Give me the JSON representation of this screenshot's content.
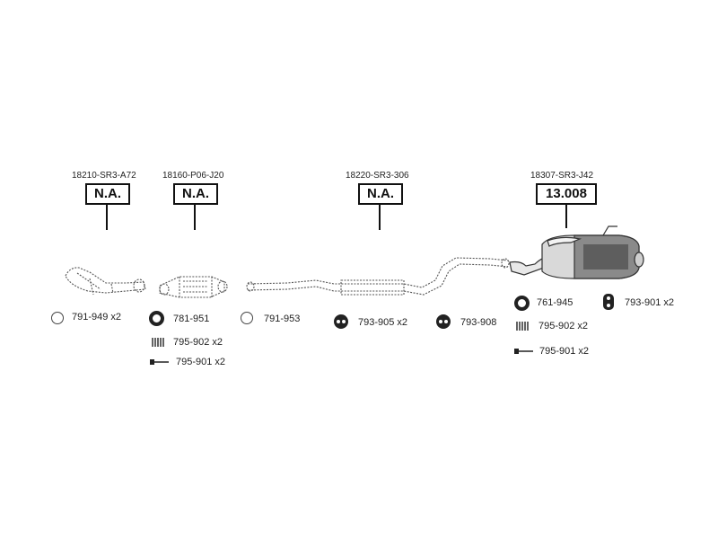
{
  "parts": [
    {
      "oem": "18210-SR3-A72",
      "code": "N.A."
    },
    {
      "oem": "18160-P06-J20",
      "code": "N.A."
    },
    {
      "oem": "18220-SR3-306",
      "code": "N.A."
    },
    {
      "oem": "18307-SR3-J42",
      "code": "13.008"
    }
  ],
  "accessories": [
    {
      "icon": "gasket-ring-thin-icon",
      "label": "791-949 x2"
    },
    {
      "icon": "gasket-ring-thick-icon",
      "label": "781-951"
    },
    {
      "icon": "spring-icon",
      "label": "795-902 x2"
    },
    {
      "icon": "bolt-icon",
      "label": "795-901 x2"
    },
    {
      "icon": "gasket-ring-thin-icon",
      "label": "791-953"
    },
    {
      "icon": "rubber-hanger-icon",
      "label": "793-905 x2"
    },
    {
      "icon": "rubber-hanger-icon",
      "label": "793-908"
    },
    {
      "icon": "gasket-ring-thick-icon",
      "label": "761-945"
    },
    {
      "icon": "rubber-hanger-icon",
      "label": "793-901 x2"
    },
    {
      "icon": "spring-icon",
      "label": "795-902 x2"
    },
    {
      "icon": "bolt-icon",
      "label": "795-901 x2"
    }
  ]
}
